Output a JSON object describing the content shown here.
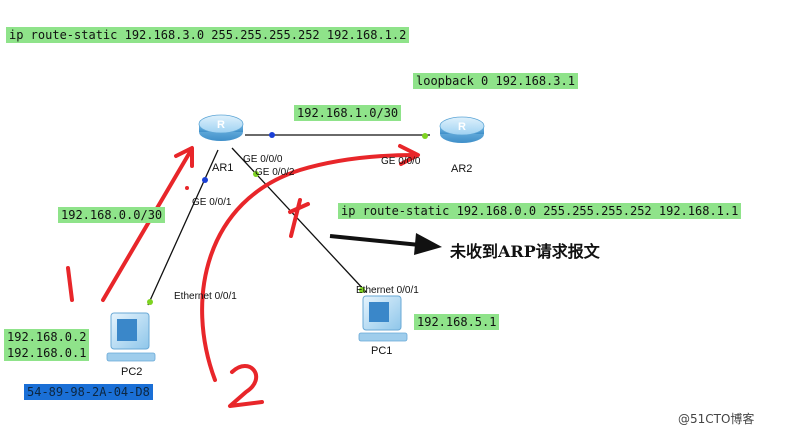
{
  "labels": {
    "route_ar1": "ip route-static 192.168.3.0 255.255.255.252 192.168.1.2",
    "loopback_ar2": "loopback 0 192.168.3.1",
    "link_ar1_ar2": "192.168.1.0/30",
    "net_pc2": "192.168.0.0/30",
    "route_ar2": "ip route-static 192.168.0.0 255.255.255.252 192.168.1.1",
    "pc2_ip": "192.168.0.2",
    "pc2_gw": "192.168.0.1",
    "pc2_mac": "54-89-98-2A-04-D8",
    "pc1_ip": "192.168.5.1"
  },
  "devices": {
    "ar1": "AR1",
    "ar2": "AR2",
    "pc1": "PC1",
    "pc2": "PC2"
  },
  "ports": {
    "ar1_ge000": "GE 0/0/0",
    "ar1_ge002": "GE 0/0/2",
    "ar1_ge001": "GE 0/0/1",
    "ar2_ge000": "GE 0/0/0",
    "pc2_eth": "Ethernet 0/0/1",
    "pc1_eth": "Ethernet 0/0/1"
  },
  "annotations": {
    "no_arp": "未收到ARP请求报文",
    "step1": "1",
    "step2": "2",
    "blocked_mark": "X"
  },
  "watermark": "@51CTO博客",
  "colors": {
    "label_green": "#8fe38a",
    "mac_blue": "#1a6fd6",
    "annotation_red": "#e8262a",
    "router_blue": "#6fb5e3",
    "link_black": "#111111"
  },
  "icons": [
    "router-icon",
    "pc-icon"
  ]
}
